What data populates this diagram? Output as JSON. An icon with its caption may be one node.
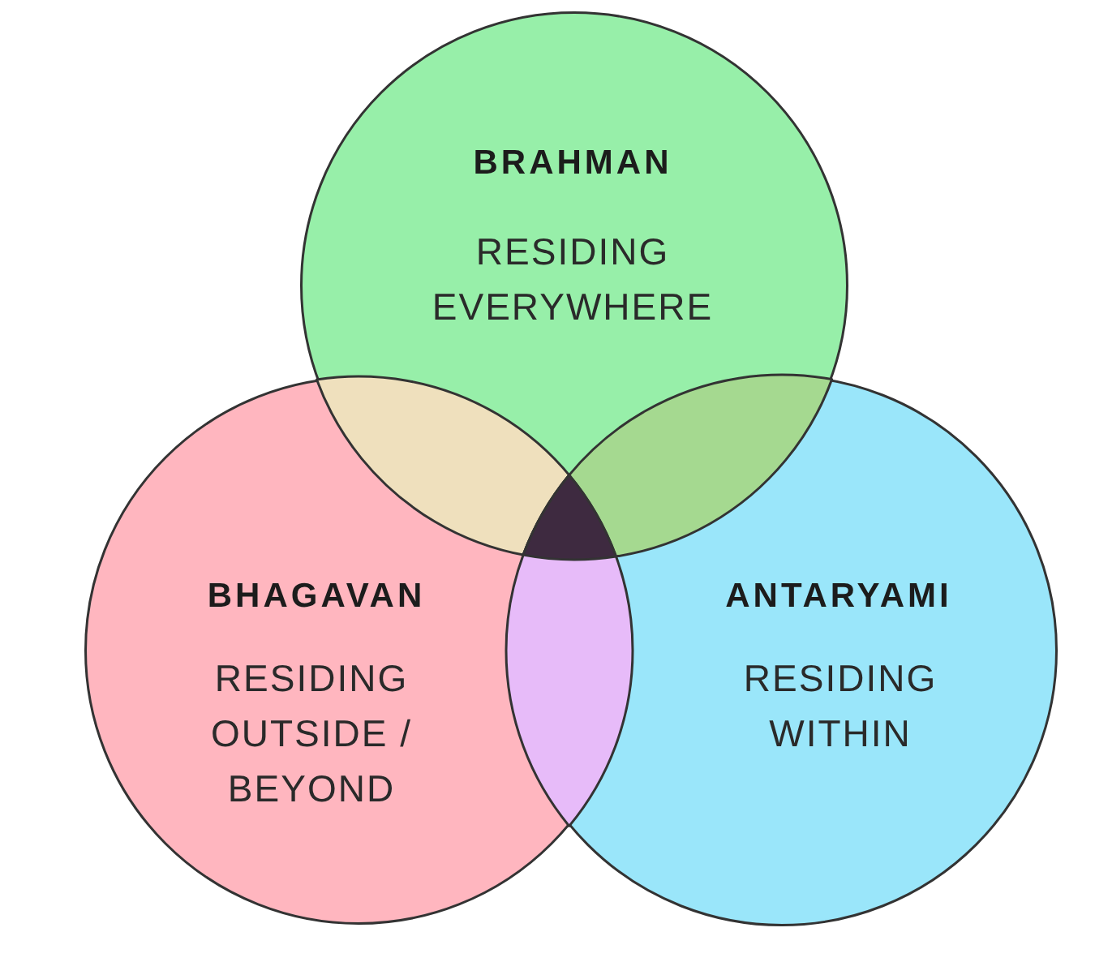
{
  "diagram": {
    "nodes": [
      {
        "text": [
          "BRAHMAN",
          "RESIDING EVERYWHERE"
        ]
      },
      {
        "text": [
          "BHAGAVAN",
          "RESIDING OUTSIDE / BEYOND"
        ]
      },
      {
        "text": [
          "ANTARYAMI",
          "RESIDING WITHIN"
        ]
      }
    ]
  }
}
